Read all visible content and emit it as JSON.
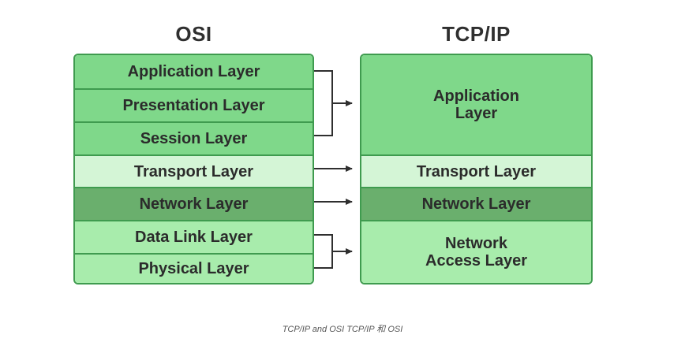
{
  "titles": {
    "osi": "OSI",
    "tcpip": "TCP/IP"
  },
  "osi_layers": [
    "Application Layer",
    "Presentation Layer",
    "Session Layer",
    "Transport Layer",
    "Network Layer",
    "Data Link Layer",
    "Physical Layer"
  ],
  "tcpip_layers": {
    "application_line1": "Application",
    "application_line2": "Layer",
    "transport": "Transport Layer",
    "network": "Network Layer",
    "network_access_line1": "Network",
    "network_access_line2": "Access Layer"
  },
  "caption": "TCP/IP and OSI TCP/IP 和 OSI",
  "colors": {
    "border": "#3f9b4f",
    "application_group": "#7fd88a",
    "transport": "#d4f5d6",
    "network": "#6aaf6d",
    "lower_group": "#a8ecac",
    "arrow": "#2f2f2f"
  }
}
